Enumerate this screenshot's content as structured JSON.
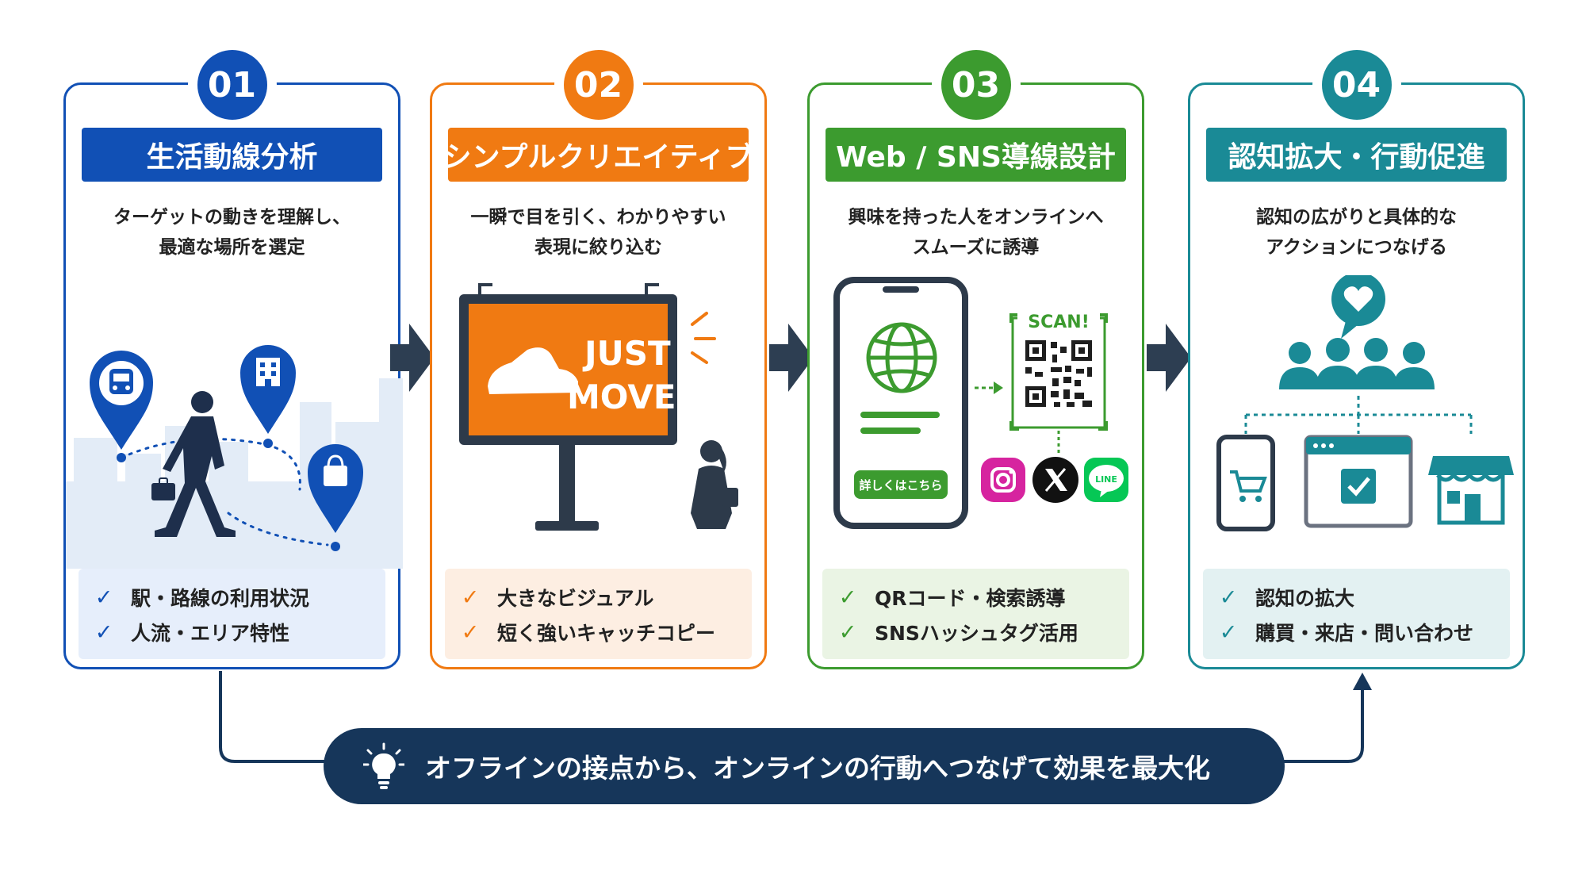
{
  "steps": [
    {
      "num": "01",
      "title": "生活動線分析",
      "desc_lines": [
        "ターゲットの動きを理解し、",
        "最適な場所を選定"
      ],
      "checks": [
        "駅・路線の利用状況",
        "人流・エリア特性"
      ],
      "color": "#1150b5",
      "light": "#e6eefb"
    },
    {
      "num": "02",
      "title": "シンプルクリエイティブ",
      "desc_lines": [
        "一瞬で目を引く、わかりやすい",
        "表現に絞り込む"
      ],
      "checks": [
        "大きなビジュアル",
        "短く強いキャッチコピー"
      ],
      "color": "#f07a12",
      "light": "#fdeee2",
      "billboard_text": [
        "JUST",
        "MOVE."
      ]
    },
    {
      "num": "03",
      "title": "Web / SNS導線設計",
      "desc_lines": [
        "興味を持った人をオンラインへ",
        "スムーズに誘導"
      ],
      "checks": [
        "QRコード・検索誘導",
        "SNSハッシュタグ活用"
      ],
      "color": "#3c9b2f",
      "light": "#eaf4e4",
      "scan_label": "SCAN!",
      "phone_button": "詳しくはこちら",
      "line_label": "LINE"
    },
    {
      "num": "04",
      "title": "認知拡大・行動促進",
      "desc_lines": [
        "認知の広がりと具体的な",
        "アクションにつなげる"
      ],
      "checks": [
        "認知の拡大",
        "購買・来店・問い合わせ"
      ],
      "color": "#1a8a96",
      "light": "#e3f1f2"
    }
  ],
  "banner": {
    "text": "オフラインの接点から、オンラインの行動へつなげて効果を最大化",
    "icon": "lightbulb-icon"
  },
  "arrow_color": "#2d3e52"
}
